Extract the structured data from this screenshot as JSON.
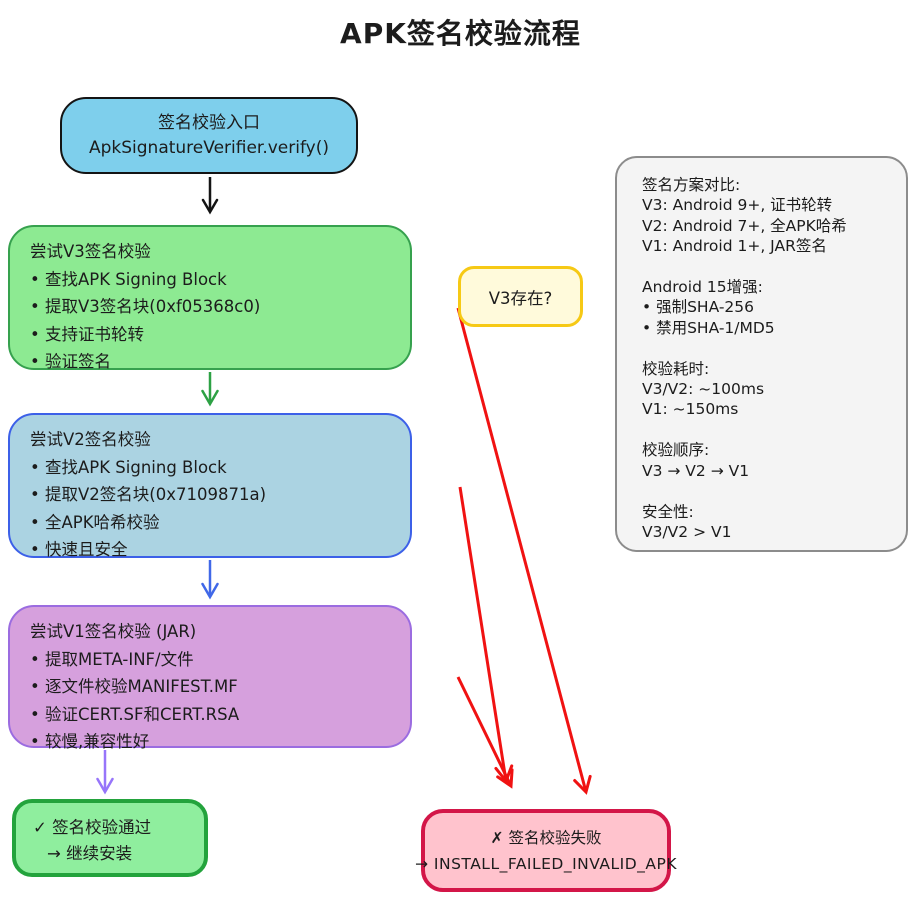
{
  "title": "APK签名校验流程",
  "entry": {
    "title": "签名校验入口",
    "code": "ApkSignatureVerifier.verify()"
  },
  "v3": {
    "title": "尝试V3签名校验",
    "bullets": [
      "查找APK Signing Block",
      "提取V3签名块(0xf05368c0)",
      "支持证书轮转",
      "验证签名"
    ]
  },
  "v2": {
    "title": "尝试V2签名校验",
    "bullets": [
      "查找APK Signing Block",
      "提取V2签名块(0x7109871a)",
      "全APK哈希校验",
      "快速且安全"
    ]
  },
  "v1": {
    "title": "尝试V1签名校验 (JAR)",
    "bullets": [
      "提取META-INF/文件",
      "逐文件校验MANIFEST.MF",
      "验证CERT.SF和CERT.RSA",
      "较慢,兼容性好"
    ]
  },
  "decision": {
    "label": "V3存在?"
  },
  "notes": {
    "lines": [
      "签名方案对比:",
      "V3: Android 9+, 证书轮转",
      "V2: Android 7+, 全APK哈希",
      "V1: Android 1+, JAR签名",
      "",
      "Android 15增强:",
      "• 强制SHA-256",
      "• 禁用SHA-1/MD5",
      "",
      "校验耗时:",
      "V3/V2: ~100ms",
      "V1: ~150ms",
      "",
      "校验顺序:",
      "V3 → V2 → V1",
      "",
      "安全性:",
      "V3/V2 > V1"
    ]
  },
  "success": {
    "line1": "✓ 签名校验通过",
    "line2": "→ 继续安装"
  },
  "failure": {
    "line1": "✗ 签名校验失败",
    "line2": "→ INSTALL_FAILED_INVALID_APK"
  },
  "colors": {
    "entry_fill": "#7ecfec",
    "entry_border": "#141414",
    "v3_fill": "#8dea92",
    "v3_border": "#36a14e",
    "v2_fill": "#abd3e2",
    "v2_border": "#3c60e8",
    "v1_fill": "#d6a0dd",
    "v1_border": "#9b6ce0",
    "decision_fill": "#fffadb",
    "decision_border": "#f6c915",
    "notes_fill": "#f4f4f4",
    "notes_border": "#8c8c8c",
    "success_fill": "#8fee9e",
    "success_border": "#23a33c",
    "failure_fill": "#ffc3cd",
    "failure_border": "#d31648",
    "arrow_black": "#141414",
    "arrow_green": "#2da144",
    "arrow_blue": "#4068e8",
    "arrow_purple": "#9775fa",
    "arrow_red": "#f01212"
  }
}
